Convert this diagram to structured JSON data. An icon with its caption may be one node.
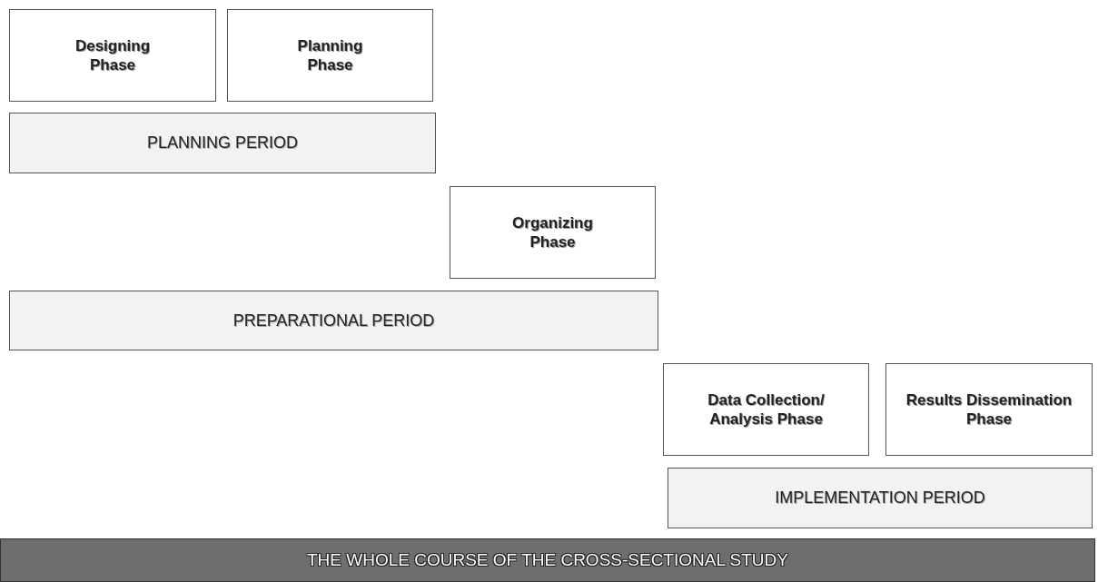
{
  "diagram": {
    "nodes": [
      {
        "text": [
          "Designing Phase"
        ]
      },
      {
        "text": [
          "Planning Phase"
        ]
      },
      {
        "text": [
          "PLANNING PERIOD"
        ]
      },
      {
        "text": [
          "Organizing Phase"
        ]
      },
      {
        "text": [
          "PREPARATIONAL PERIOD"
        ]
      },
      {
        "text": [
          "Data Collection/ Analysis Phase"
        ]
      },
      {
        "text": [
          "Results Dissemination Phase"
        ]
      },
      {
        "text": [
          "IMPLEMENTATION PERIOD"
        ]
      },
      {
        "text": [
          "THE WHOLE COURSE OF THE CROSS-SECTIONAL STUDY"
        ]
      }
    ]
  }
}
